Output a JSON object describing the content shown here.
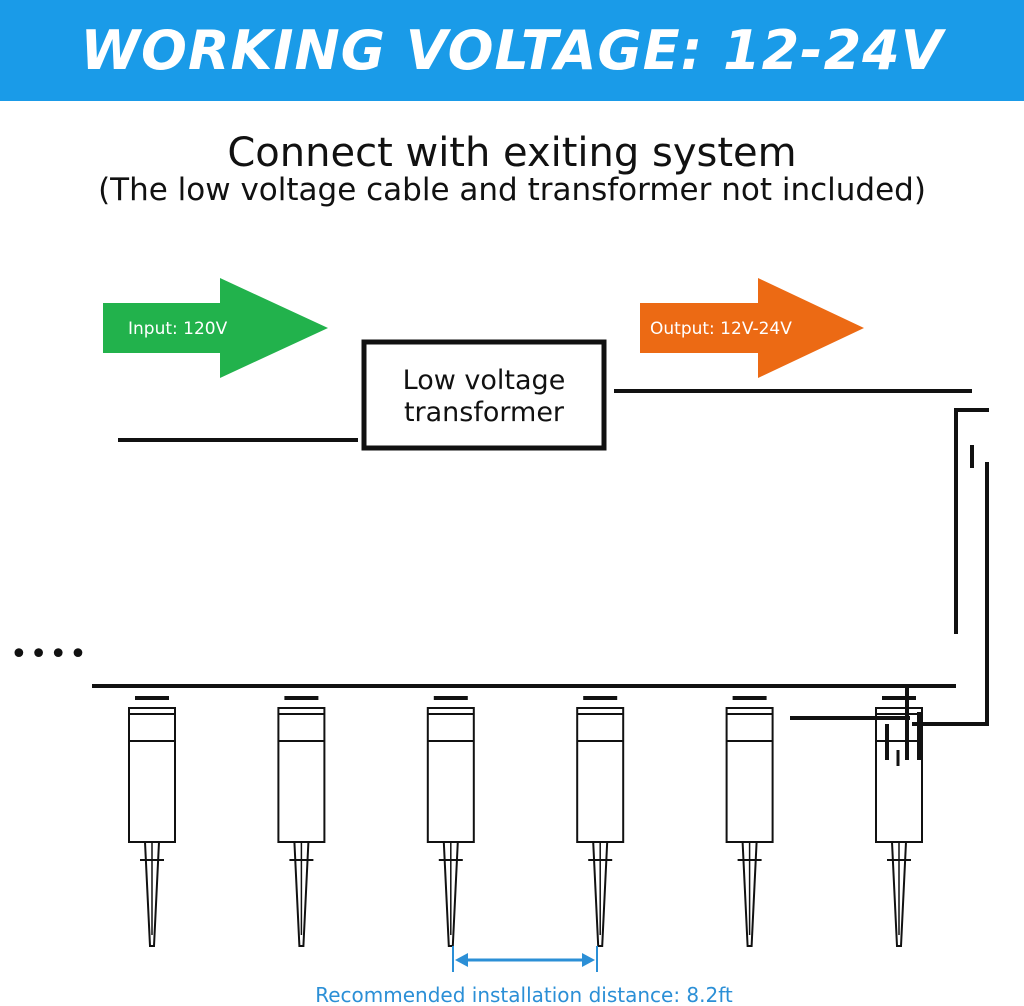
{
  "banner": {
    "text": "WORKING VOLTAGE: 12-24V",
    "color": "#1a9be8"
  },
  "heading": {
    "title": "Connect with exiting system",
    "subtitle": "(The low voltage cable and transformer not included)"
  },
  "input_arrow": {
    "label": "Input: 120V",
    "color": "#22b24c"
  },
  "output_arrow": {
    "label": "Output: 12V-24V",
    "color": "#ec6a14"
  },
  "transformer": {
    "line1": "Low voltage",
    "line2": "transformer"
  },
  "continuation": "••••",
  "lights": {
    "count": 6,
    "icon": "stake-light-icon"
  },
  "distance": {
    "label": "Recommended installation distance: 8.2ft",
    "color": "#2b8fd6"
  }
}
